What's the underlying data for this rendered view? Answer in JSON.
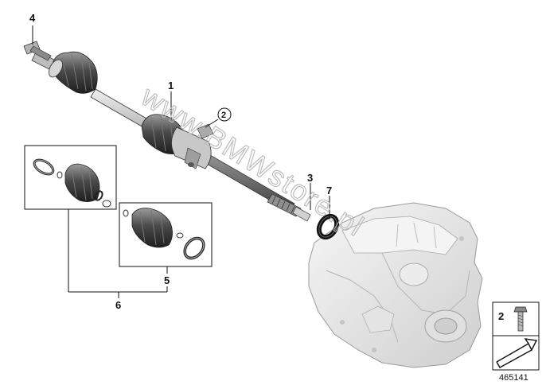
{
  "diagram": {
    "callouts": [
      {
        "id": "c1",
        "text": "1"
      },
      {
        "id": "c2",
        "text": "2"
      },
      {
        "id": "c3",
        "text": "3"
      },
      {
        "id": "c4",
        "text": "4"
      },
      {
        "id": "c5",
        "text": "5"
      },
      {
        "id": "c6",
        "text": "6"
      },
      {
        "id": "c7",
        "text": "7"
      }
    ],
    "legend_box": {
      "label": "2"
    },
    "watermark": "www.BMWstore.pl",
    "diagram_number": "465141",
    "colors": {
      "line": "#111111",
      "part_dark": "#3a3a3a",
      "part_mid": "#8c8c8c",
      "part_light": "#d4d4d4",
      "gearbox": "#e9e9e9"
    }
  }
}
